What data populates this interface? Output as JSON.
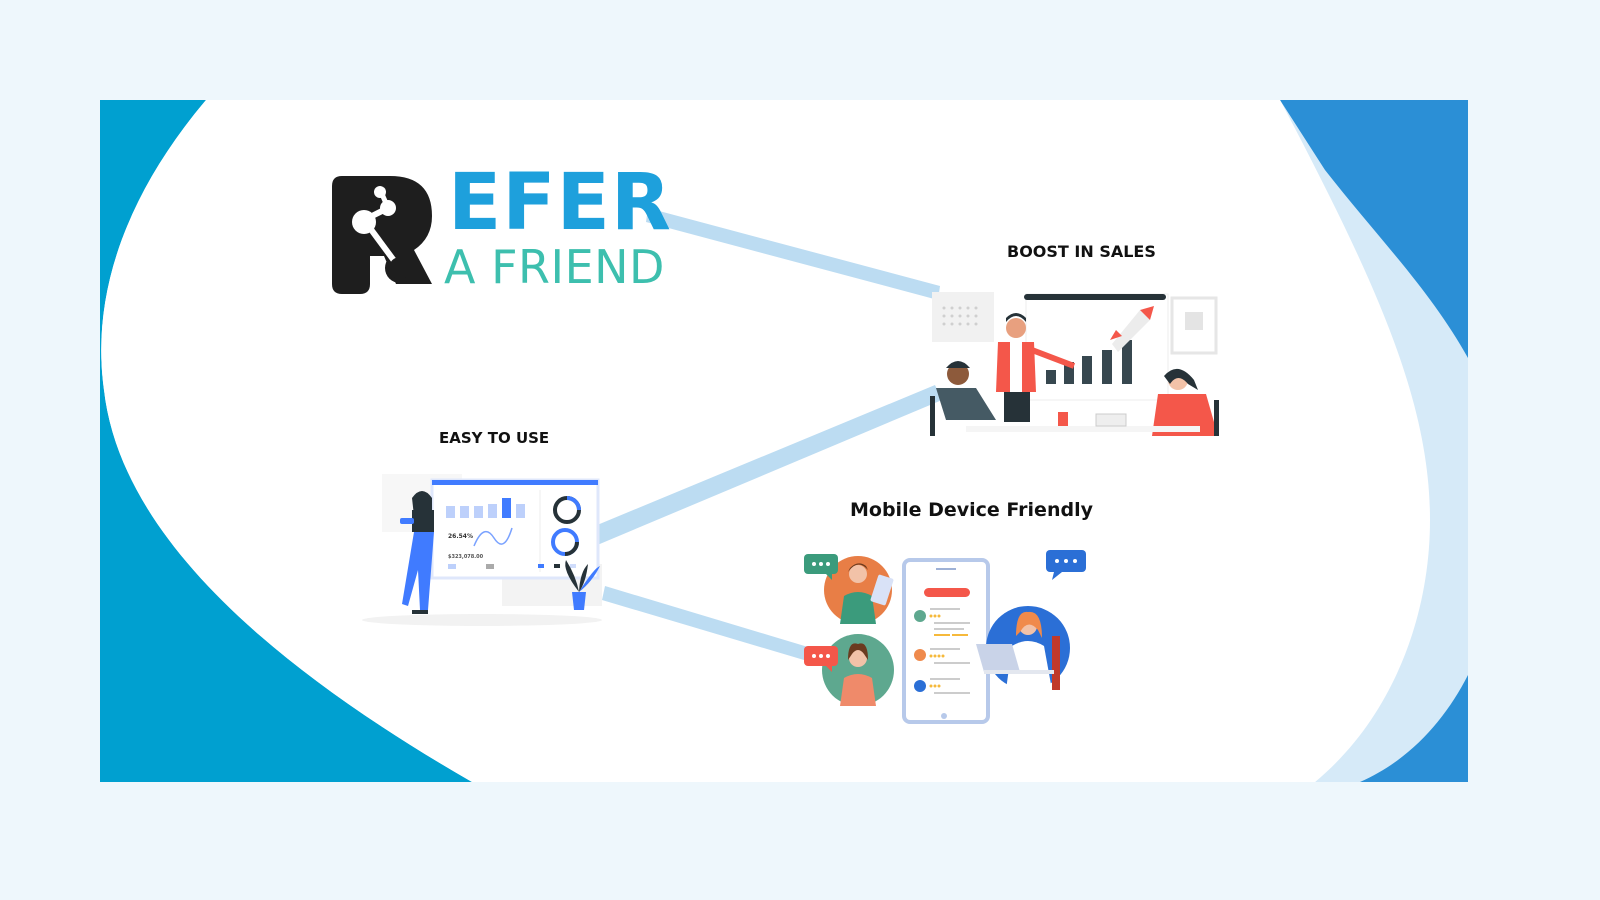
{
  "banner": {
    "colors": {
      "page_background": "#eef7fc",
      "card_background": "#ffffff",
      "left_wave": "#00a0d0",
      "right_wave": "#2b8fd6",
      "right_wave_light": "#cfe6f6",
      "connector": "#bcdcf2"
    }
  },
  "logo": {
    "mark_letter": "R",
    "word_top": "EFER",
    "word_bottom": "A FRIEND",
    "colors": {
      "mark": "#1e1e1e",
      "top": "#1ea0dc",
      "bottom": "#3dbfae"
    }
  },
  "features": [
    {
      "id": "boost-in-sales",
      "title": "BOOST IN SALES",
      "illustration": "team-presentation-rocket-chart"
    },
    {
      "id": "easy-to-use",
      "title": "EASY TO USE",
      "illustration": "woman-with-dashboard"
    },
    {
      "id": "mobile-device-friendly",
      "title": "Mobile Device Friendly",
      "illustration": "phone-with-chat-users"
    }
  ],
  "dashboard": {
    "stat_value": "26.54%",
    "amount": "$323,078.00"
  }
}
